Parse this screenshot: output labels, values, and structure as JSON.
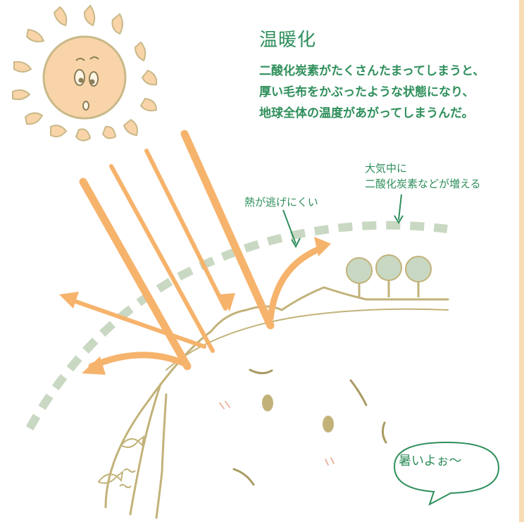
{
  "title": "温暖化",
  "body_lines": [
    "二酸化炭素がたくさんたまってしまうと、",
    "厚い毛布をかぶったような状態になり、",
    "地球全体の温度があがってしまうんだ。"
  ],
  "labels": {
    "heat_escape": "熱が逃げにくい",
    "co2_line1": "大気中に",
    "co2_line2": "二酸化炭素などが増える"
  },
  "speech_bubble": "暑いよぉ〜",
  "colors": {
    "text_green": "#2f8f5b",
    "sun_fill": "#f8d4a8",
    "sun_outline": "#c9b98a",
    "arrow_orange": "#f6b36c",
    "atmosphere": "#c9d8c2",
    "earth_line": "#c2b27a"
  }
}
